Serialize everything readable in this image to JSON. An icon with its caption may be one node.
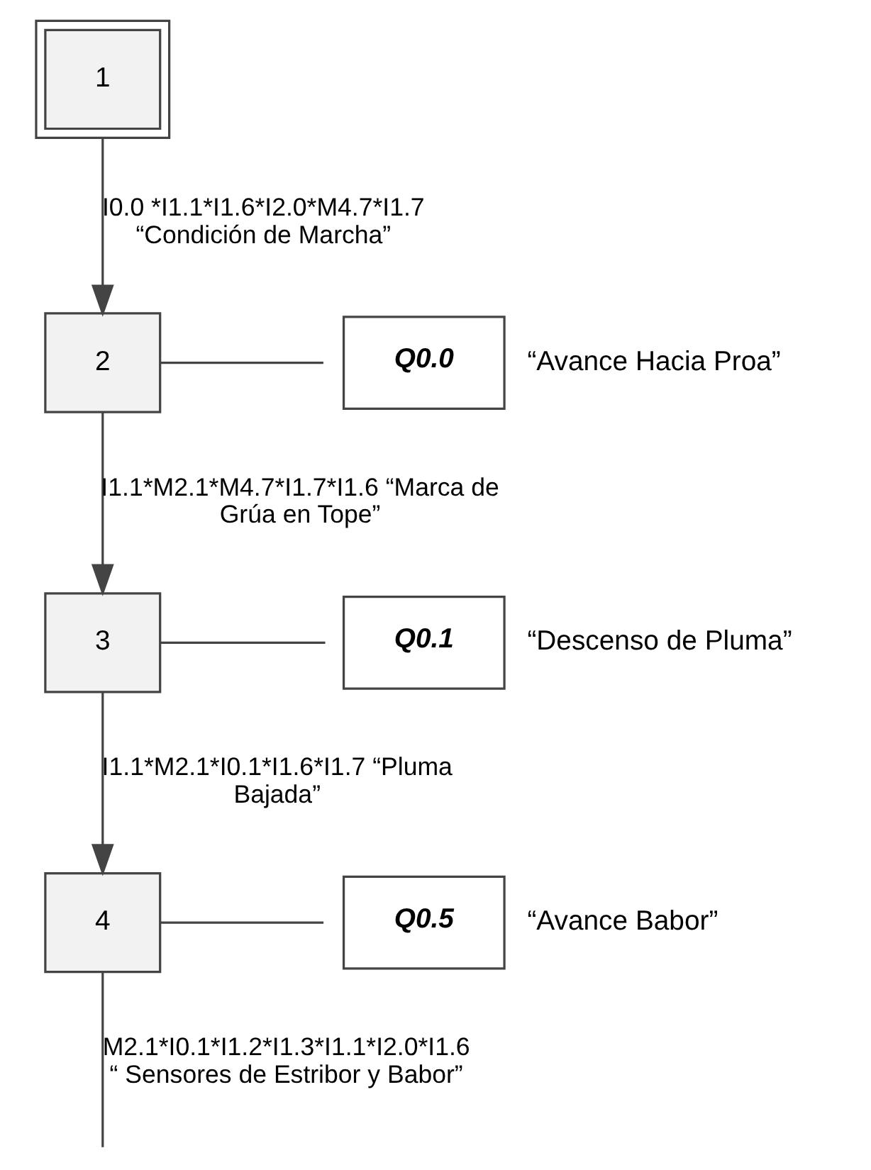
{
  "diagram": {
    "nodes": [
      {
        "text": [
          "1"
        ]
      },
      {
        "text": [
          "2"
        ]
      },
      {
        "text": [
          "Q0.0"
        ],
        "beside": [
          "“Avance Hacia Proa”"
        ]
      },
      {
        "text": [
          "3"
        ]
      },
      {
        "text": [
          "Q0.1"
        ],
        "beside": [
          "“Descenso de Pluma”"
        ]
      },
      {
        "text": [
          "4"
        ]
      },
      {
        "text": [
          "Q0.5"
        ],
        "beside": [
          "“Avance Babor”"
        ]
      }
    ],
    "edges": [
      {
        "from": 0,
        "to": 1,
        "arrow": "to",
        "label": "I0.0 *I1.1*I1.6*I2.0*M4.7*I1.7 “Condición de Marcha”"
      },
      {
        "from": 1,
        "to": 2,
        "arrow": "none"
      },
      {
        "from": 1,
        "to": 3,
        "arrow": "to",
        "label": "I1.1*M2.1*M4.7*I1.7*I1.6 “Marca de Grúa en Tope”"
      },
      {
        "from": 3,
        "to": 4,
        "arrow": "none"
      },
      {
        "from": 3,
        "to": 5,
        "arrow": "to",
        "label": "I1.1*M2.1*I0.1*I1.6*I1.7 “Pluma Bajada”"
      },
      {
        "from": 5,
        "to": 6,
        "arrow": "none"
      },
      {
        "from": 5,
        "to": null,
        "arrow": "none",
        "label": "M2.1*I0.1*I1.2*I1.3*I1.1*I2.0*I1.6 “ Sensores de Estribor y Babor”"
      }
    ]
  }
}
